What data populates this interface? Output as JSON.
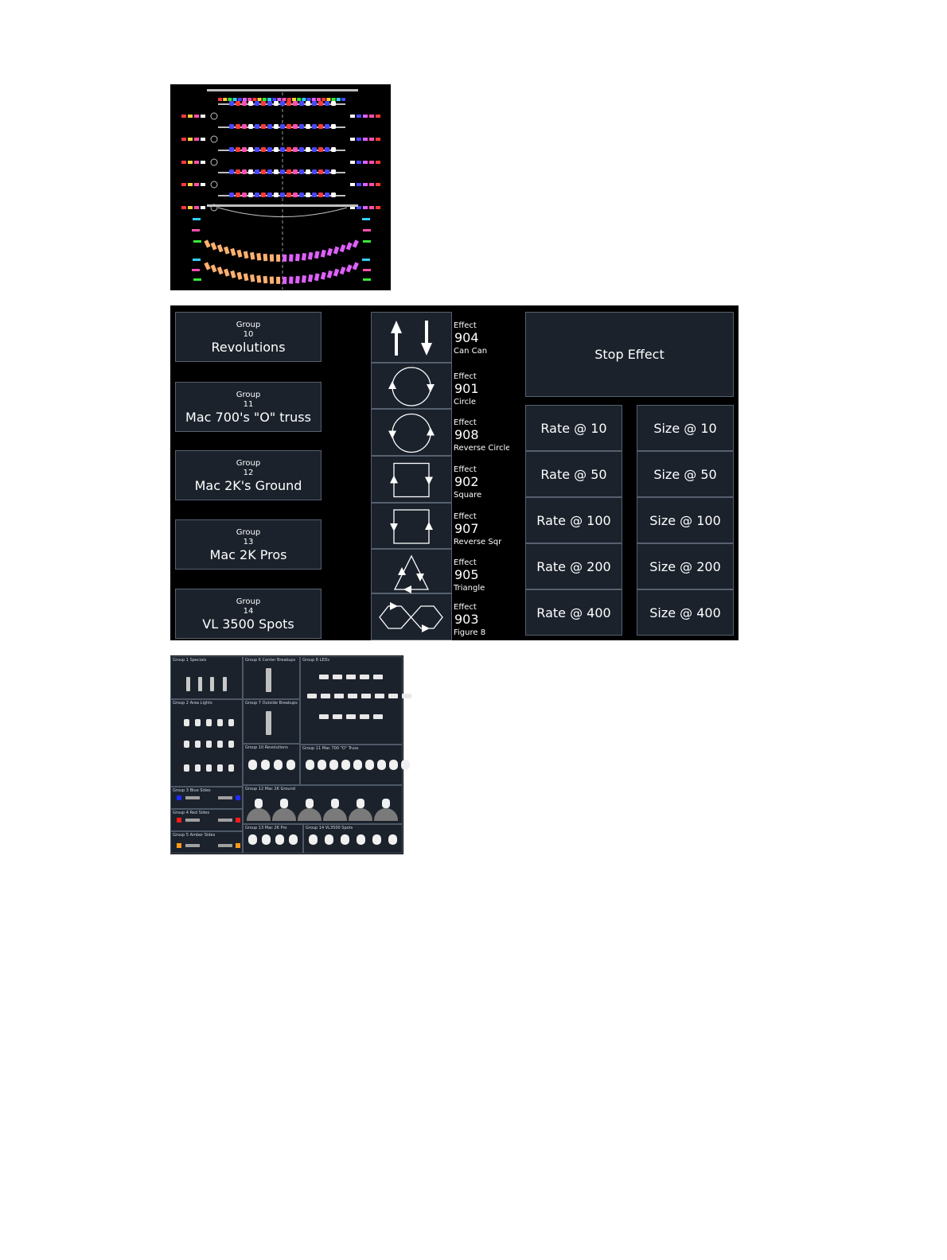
{
  "sheet1": {
    "colors": {
      "background": "#000000",
      "pipe": "#bfbfbf",
      "center_line": "#9a9a9a",
      "blue": "#4b47ff",
      "red": "#ff3b3b",
      "pink": "#ff4fb0",
      "white": "#ffffff",
      "orange": "#ffb070",
      "magenta": "#e060ff",
      "cyan": "#33d0ff",
      "green": "#39e83a",
      "yellow": "#ffd23a"
    }
  },
  "groups": [
    {
      "label": "Group",
      "number": "10",
      "name": "Revolutions"
    },
    {
      "label": "Group",
      "number": "11",
      "name": "Mac 700's \"O\" truss"
    },
    {
      "label": "Group",
      "number": "12",
      "name": "Mac 2K's Ground"
    },
    {
      "label": "Group",
      "number": "13",
      "name": "Mac 2K Pros"
    },
    {
      "label": "Group",
      "number": "14",
      "name": "VL 3500 Spots"
    }
  ],
  "effects": [
    {
      "label": "Effect",
      "number": "904",
      "name": "Can Can",
      "icon": "up-down-arrows-icon"
    },
    {
      "label": "Effect",
      "number": "901",
      "name": "Circle",
      "icon": "circle-icon"
    },
    {
      "label": "Effect",
      "number": "908",
      "name": "Reverse Circle",
      "icon": "reverse-circle-icon"
    },
    {
      "label": "Effect",
      "number": "902",
      "name": "Square",
      "icon": "square-icon"
    },
    {
      "label": "Effect",
      "number": "907",
      "name": "Reverse Sqr",
      "icon": "reverse-square-icon"
    },
    {
      "label": "Effect",
      "number": "905",
      "name": "Triangle",
      "icon": "triangle-icon"
    },
    {
      "label": "Effect",
      "number": "903",
      "name": "Figure 8",
      "icon": "figure-8-icon"
    }
  ],
  "stop_effect": "Stop Effect",
  "rates": [
    "Rate @ 10",
    "Rate @ 50",
    "Rate @ 100",
    "Rate @ 200",
    "Rate @ 400"
  ],
  "sizes": [
    "Size @ 10",
    "Size @ 50",
    "Size @ 100",
    "Size @ 200",
    "Size @ 400"
  ],
  "sheet3": {
    "groups": [
      "Group 1  Specials",
      "Group 6  Center Breakups",
      "Group 8  LEDs",
      "Group 2  Area Lights",
      "Group 7  Outside Breakups",
      "Group 10  Revolutions",
      "Group 11  Mac 700 \"O\" Truss",
      "Group 3  Blue Sides",
      "Group 12  Mac 2K Ground",
      "Group 4  Red Sides",
      "Group 5  Amber Sides",
      "Group 13  Mac 2K Pro",
      "Group 14  VL3500 Spots"
    ],
    "colors": {
      "blue": "#1f2bff",
      "red": "#ff1a1a",
      "amber": "#ff9a1a"
    }
  },
  "theme": {
    "button_bg": "#1b222c",
    "button_border": "#56606e",
    "text": "#ffffff"
  }
}
